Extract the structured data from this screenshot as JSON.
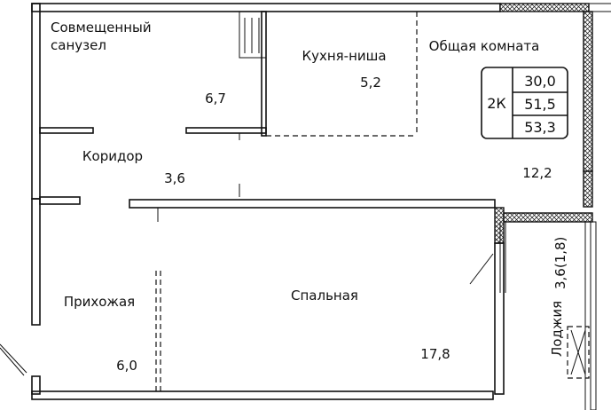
{
  "rooms": {
    "bathroom": {
      "label_line1": "Совмещенный",
      "label_line2": "санузел",
      "area": "6,7"
    },
    "kitchen": {
      "label": "Кухня-ниша",
      "area": "5,2"
    },
    "living": {
      "label": "Общая комната",
      "area": "12,2"
    },
    "corridor": {
      "label": "Коридор",
      "area": "3,6"
    },
    "hall": {
      "label": "Прихожая",
      "area": "6,0"
    },
    "bedroom": {
      "label": "Спальная",
      "area": "17,8"
    },
    "loggia": {
      "label": "Лоджия",
      "area": "3,6(1,8)"
    }
  },
  "summary": {
    "type": "2К",
    "living_area": "30,0",
    "total_area": "51,5",
    "total_with_loggia": "53,3"
  }
}
